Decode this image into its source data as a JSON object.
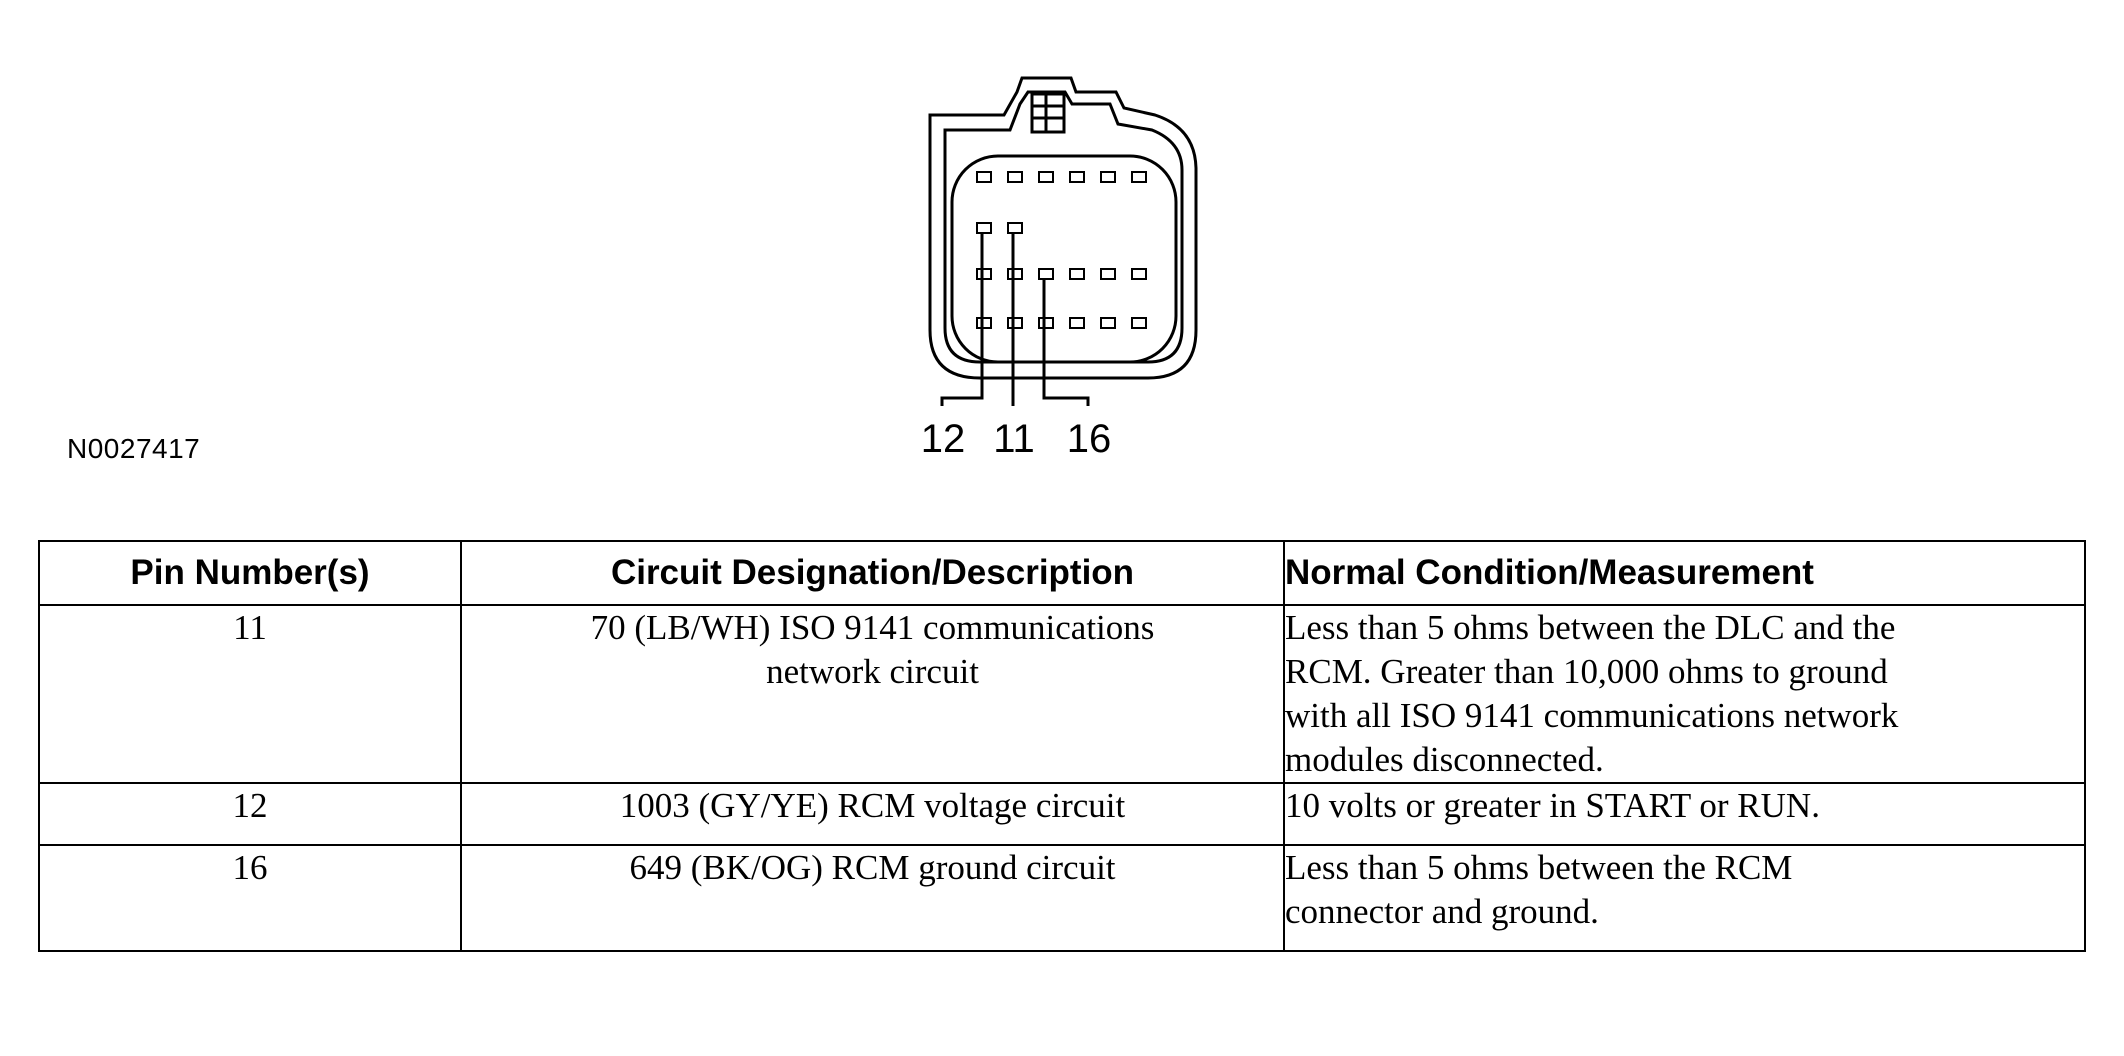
{
  "figure": {
    "id": "N0027417",
    "pin_callouts": [
      "12",
      "11",
      "16"
    ]
  },
  "table": {
    "headers": {
      "pin": "Pin Number(s)",
      "circuit": "Circuit Designation/Description",
      "measurement": "Normal Condition/Measurement"
    },
    "rows": [
      {
        "pin": "11",
        "circuit": [
          "70 (LB/WH) ISO 9141 communications",
          "network circuit"
        ],
        "measurement": [
          "Less than 5 ohms between the DLC and the",
          "RCM. Greater than 10,000 ohms to ground",
          "with all ISO 9141 communications network",
          "modules disconnected."
        ]
      },
      {
        "pin": "12",
        "circuit": [
          "1003 (GY/YE) RCM voltage circuit"
        ],
        "measurement": [
          "10 volts or greater in START or RUN."
        ]
      },
      {
        "pin": "16",
        "circuit": [
          "649 (BK/OG) RCM ground circuit"
        ],
        "measurement": [
          "Less than 5 ohms between the RCM",
          "connector and ground."
        ]
      }
    ]
  }
}
